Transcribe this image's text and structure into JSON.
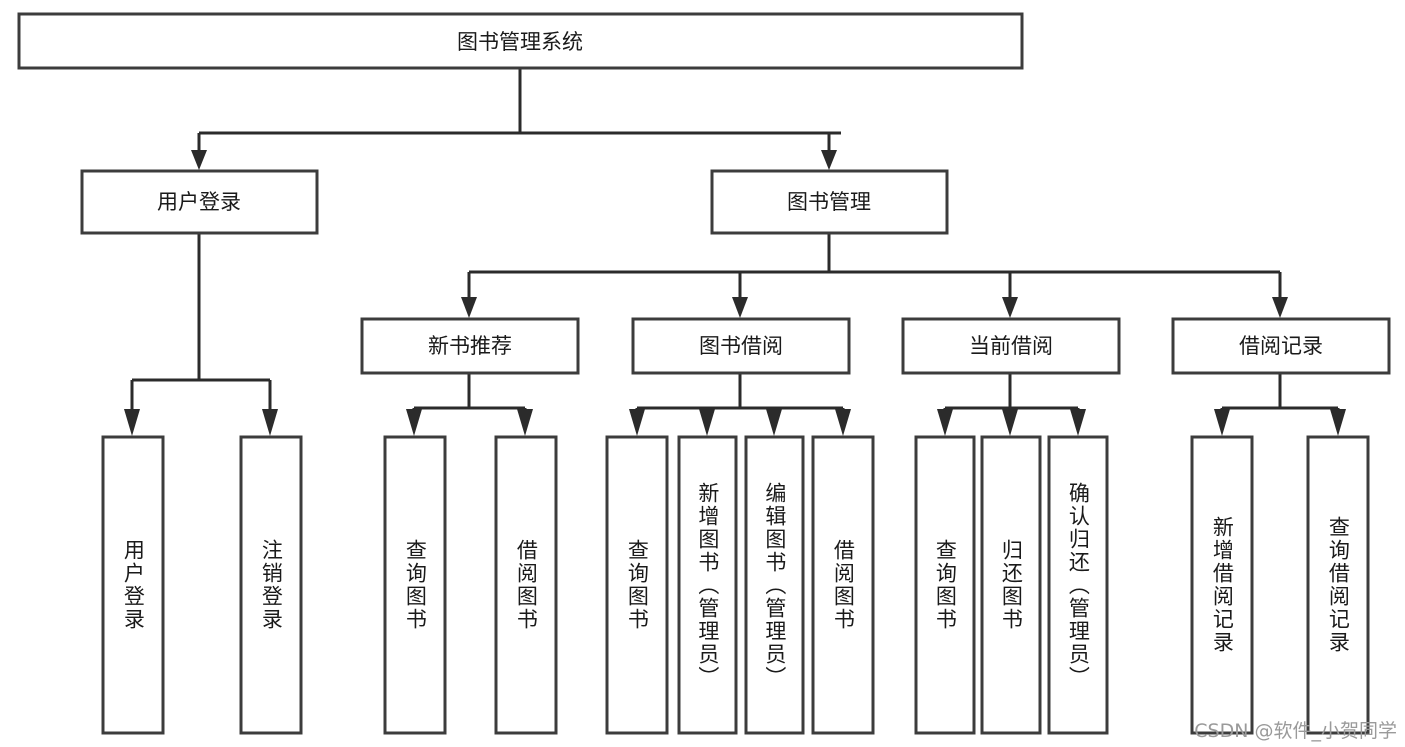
{
  "diagram": {
    "type": "tree",
    "title": "图书管理系统",
    "watermark": "CSDN @软件_小贺同学",
    "colors": {
      "box_stroke": "#3c3c3c",
      "connector": "#2b2b2b",
      "background": "#ffffff",
      "text": "#1a1a1a",
      "watermark": "#9a9a9a"
    },
    "root": {
      "label": "图书管理系统"
    },
    "level2": [
      {
        "label": "用户登录"
      },
      {
        "label": "图书管理"
      }
    ],
    "level3": [
      {
        "label": "新书推荐"
      },
      {
        "label": "图书借阅"
      },
      {
        "label": "当前借阅"
      },
      {
        "label": "借阅记录"
      }
    ],
    "leaves": {
      "user_login": [
        {
          "label": "用户登录"
        },
        {
          "label": "注销登录"
        }
      ],
      "new_book_recommend": [
        {
          "label": "查询图书"
        },
        {
          "label": "借阅图书"
        }
      ],
      "book_borrow": [
        {
          "label": "查询图书"
        },
        {
          "label": "新增图书（管理员）"
        },
        {
          "label": "编辑图书（管理员）"
        },
        {
          "label": "借阅图书"
        }
      ],
      "current_borrow": [
        {
          "label": "查询图书"
        },
        {
          "label": "归还图书"
        },
        {
          "label": "确认归还（管理员）"
        }
      ],
      "borrow_record": [
        {
          "label": "新增借阅记录"
        },
        {
          "label": "查询借阅记录"
        }
      ]
    }
  }
}
